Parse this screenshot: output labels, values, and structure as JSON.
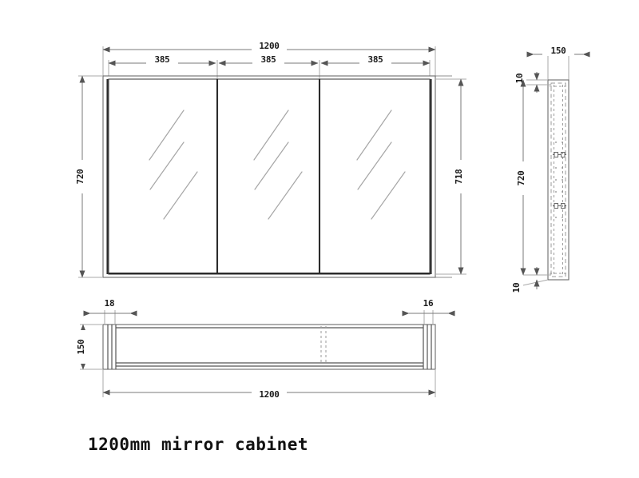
{
  "drawing": {
    "title": "1200mm mirror cabinet",
    "units": "mm",
    "line_color": "#555555",
    "dim_color": "#7a7a7a"
  },
  "front_view": {
    "name": "front-elevation",
    "overall_width": "1200",
    "door_widths": [
      "385",
      "385",
      "385"
    ],
    "height_left": "720",
    "height_right": "718",
    "door_count": 3,
    "mirror_lines_per_door": 3
  },
  "side_view": {
    "name": "side-section",
    "depth": "150",
    "height": "720",
    "top_offset": "10",
    "bottom_offset": "10"
  },
  "plan_view": {
    "name": "plan-section",
    "overall_width": "1200",
    "depth": "150",
    "left_thickness": "18",
    "right_thickness": "16"
  }
}
